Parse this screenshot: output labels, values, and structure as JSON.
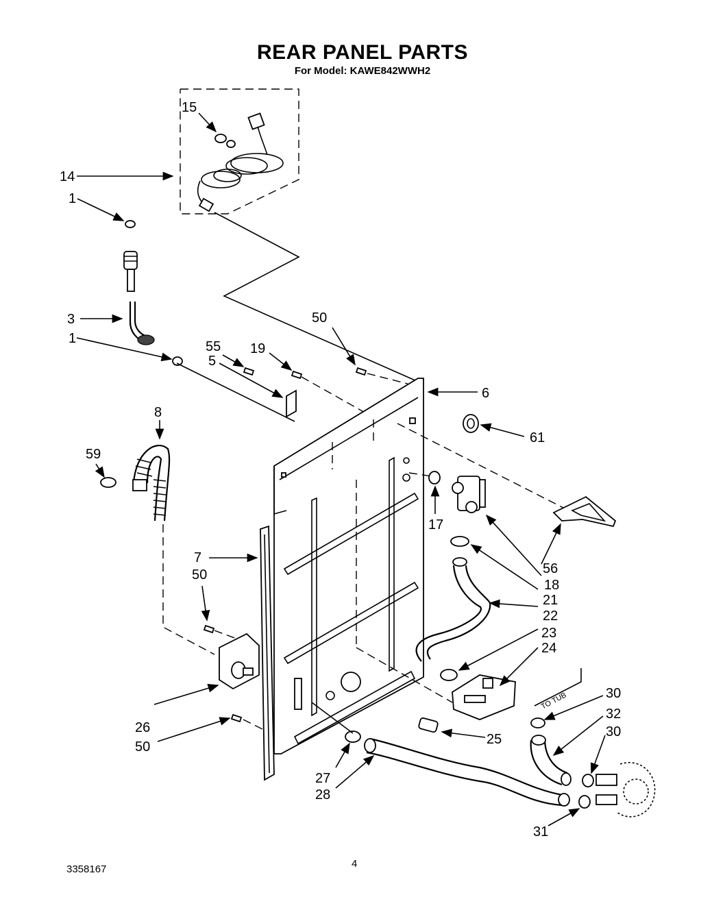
{
  "header": {
    "title": "REAR PANEL PARTS",
    "subtitle": "For Model: KAWE842WWH2"
  },
  "footer": {
    "doc_number": "3358167",
    "page_number": "4"
  },
  "callouts": {
    "c15": "15",
    "c14": "14",
    "c1a": "1",
    "c3": "3",
    "c1b": "1",
    "c50a": "50",
    "c55": "55",
    "c5": "5",
    "c19": "19",
    "c6": "6",
    "c61": "61",
    "c8": "8",
    "c59": "59",
    "c17": "17",
    "c56": "56",
    "c18": "18",
    "c21": "21",
    "c22": "22",
    "c7": "7",
    "c50b": "50",
    "c23": "23",
    "c24": "24",
    "c26": "26",
    "c50c": "50",
    "c25": "25",
    "c30a": "30",
    "c32": "32",
    "c30b": "30",
    "c27": "27",
    "c28": "28",
    "c31": "31"
  },
  "annotations": {
    "to_tub": "TO TUB"
  }
}
